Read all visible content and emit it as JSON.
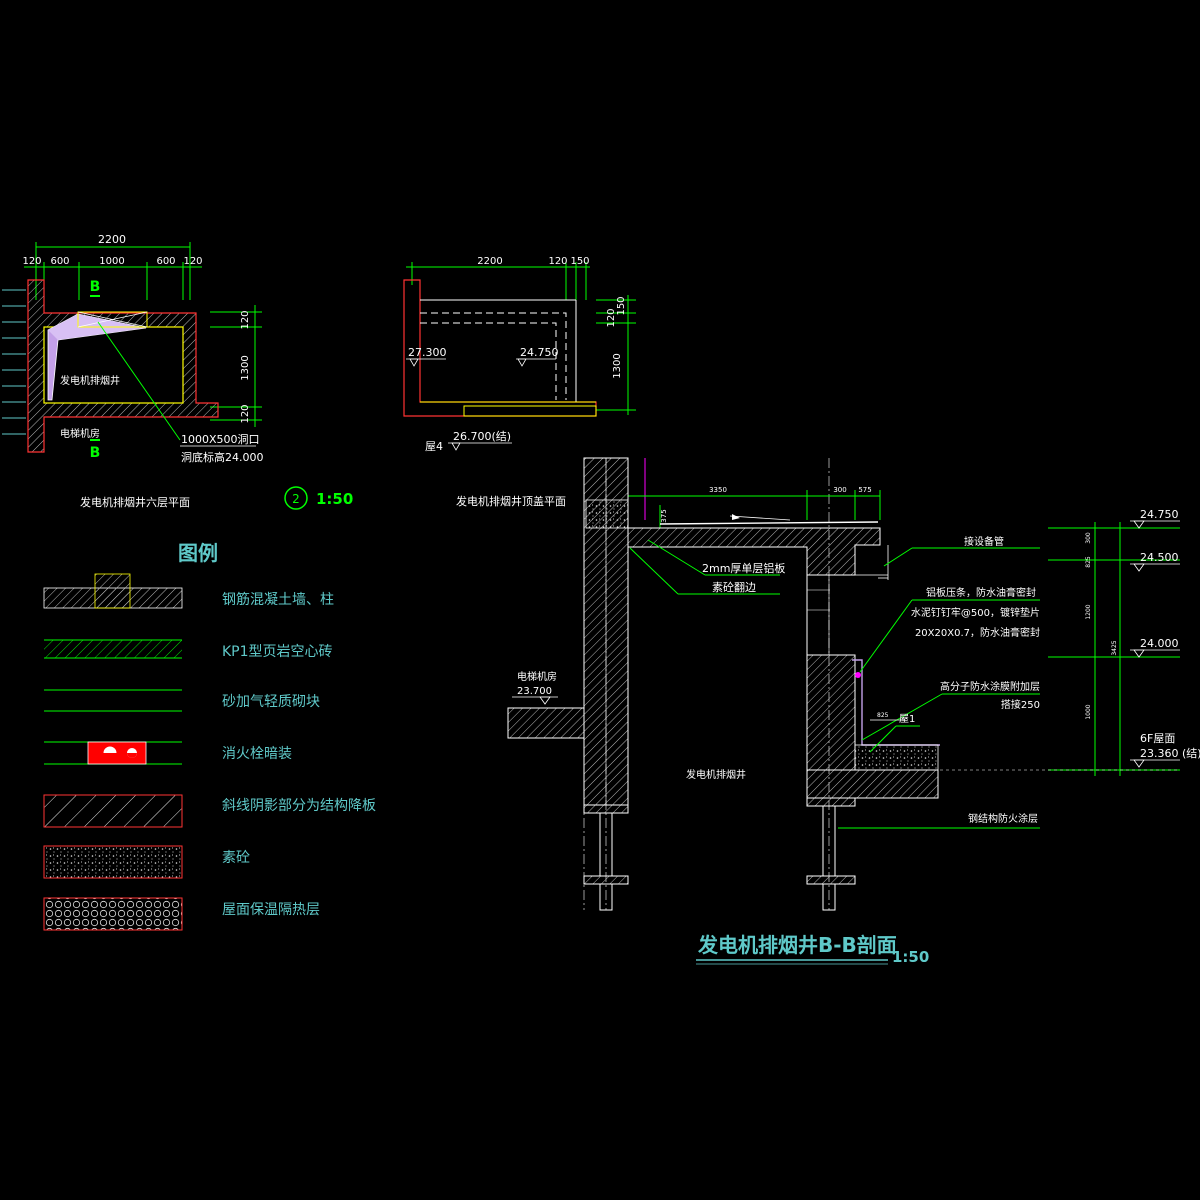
{
  "plan6": {
    "dim_total": "2200",
    "dims_top": [
      "120",
      "600",
      "1000",
      "600",
      "120"
    ],
    "dims_right": [
      "120",
      "1300",
      "120"
    ],
    "section_mark": "B",
    "room_shaft": "发电机排烟井",
    "room_elevator": "电梯机房",
    "opening_line1": "1000X500洞口",
    "opening_line2": "洞底标高24.000",
    "title": "发电机排烟井六层平面",
    "scale_index": "2",
    "scale": "1:50"
  },
  "plan_top": {
    "dims_top": [
      "2200",
      "120",
      "150"
    ],
    "dims_right": [
      "150",
      "120",
      "1300"
    ],
    "elev_left": "27.300",
    "elev_mid": "24.750",
    "roof_label": "屋4",
    "roof_elev": "26.700(结)",
    "title": "发电机排烟井顶盖平面"
  },
  "legend": {
    "title": "图例",
    "items": [
      {
        "label": "钢筋混凝土墙、柱",
        "swatch": "rc-wall"
      },
      {
        "label": "KP1型页岩空心砖",
        "swatch": "hatch-brick"
      },
      {
        "label": "砂加气轻质砌块",
        "swatch": "double-line"
      },
      {
        "label": "消火栓暗装",
        "swatch": "hydrant"
      },
      {
        "label": "斜线阴影部分为结构降板",
        "swatch": "hatch-box"
      },
      {
        "label": "素砼",
        "swatch": "plain-concrete"
      },
      {
        "label": "屋面保温隔热层",
        "swatch": "insulation"
      }
    ]
  },
  "section": {
    "dims_top": [
      "3350",
      "300",
      "575"
    ],
    "dim_small": "375",
    "dim_mid": "825",
    "dims_right": [
      "300",
      "825",
      "1200",
      "1000"
    ],
    "dim_total": "3425",
    "elevations": [
      {
        "value": "24.750"
      },
      {
        "value": "24.500"
      },
      {
        "value": "24.000"
      },
      {
        "value": "6F屋面"
      },
      {
        "value": "23.360 (结)"
      }
    ],
    "elev_elevator_label": "电梯机房",
    "elev_elevator": "23.700",
    "notes": [
      "2mm厚单层铝板",
      "素砼翻边",
      "接设备管",
      "铝板压条，防水油膏密封",
      "水泥钉钉牢@500，镀锌垫片",
      "20X20X0.7，防水油膏密封",
      "高分子防水涂膜附加层",
      "搭接250",
      "屋1",
      "钢结构防火涂层"
    ],
    "shaft_label": "发电机排烟井",
    "title": "发电机排烟井B-B剖面",
    "scale": "1:50"
  },
  "colors": {
    "background": "#000000",
    "green": "#00FF00",
    "yellow": "#FFFF00",
    "red": "#FF0000",
    "cyan": "#5FC9C9",
    "white": "#FFFFFF",
    "magenta": "#FF00FF",
    "violet": "#C3A0E8",
    "gray": "#9A9A9A"
  }
}
